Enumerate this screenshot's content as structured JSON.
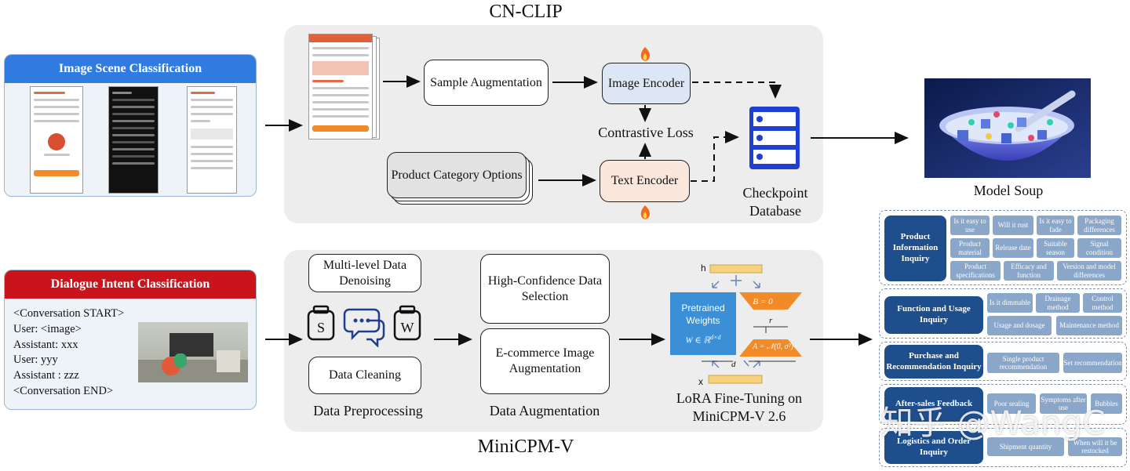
{
  "top_section": {
    "title": "CN-CLIP",
    "sample_augmentation": "Sample Augmentation",
    "image_encoder": "Image Encoder",
    "contrastive_loss": "Contrastive Loss",
    "text_encoder": "Text Encoder",
    "product_category": "Product Category Options",
    "checkpoint_db": "Checkpoint Database",
    "model_soup": "Model Soup"
  },
  "image_scene": {
    "title": "Image Scene Classification"
  },
  "bottom_section": {
    "title": "MiniCPM-V",
    "denoising": "Multi-level Data Denoising",
    "cleaning": "Data Cleaning",
    "preprocessing": "Data Preprocessing",
    "high_conf": "High-Confidence Data Selection",
    "ecommerce_aug": "E-commerce Image Augmentation",
    "data_aug": "Data Augmentation",
    "lora_caption": "LoRA Fine-Tuning on MiniCPM-V 2.6",
    "lora": {
      "h": "h",
      "x": "x",
      "pretrained": "Pretrained Weights",
      "weight_formula": "W ∈ ℝ",
      "weight_sup": "d×d",
      "b_zero": "B = 0",
      "a_dist": "A = 𝒩(0, σ²)",
      "r": "r",
      "d": "d"
    }
  },
  "dialogue": {
    "title": "Dialogue Intent Classification",
    "lines": [
      "<Conversation START>",
      "User: <image>",
      "Assistant: xxx",
      "User: yyy",
      "Assistant : zzz",
      "<Conversation END>"
    ]
  },
  "intents": [
    {
      "category": "Product Information Inquiry",
      "tags": [
        "Is it easy to use",
        "Will it rust",
        "Is it easy to fade",
        "Packaging differences",
        "Product material",
        "Release date",
        "Suitable season",
        "Signal condition",
        "Product specifications",
        "Efficacy and function",
        "Version and model differences"
      ]
    },
    {
      "category": "Function and Usage Inquiry",
      "tags": [
        "Is it dimmable",
        "Drainage method",
        "Control method",
        "Usage and dosage",
        "Maintenance method"
      ]
    },
    {
      "category": "Purchase and Recommendation Inquiry",
      "tags": [
        "Single product recommendation",
        "Set recommendation"
      ]
    },
    {
      "category": "After-sales Feedback",
      "tags": [
        "Poor sealing",
        "Symptoms after use",
        "Bubbles"
      ]
    },
    {
      "category": "Logistics and Order Inquiry",
      "tags": [
        "Shipment quantity",
        "When will it be restocked"
      ]
    }
  ],
  "watermark": "知乎 @WangC",
  "colors": {
    "accent_blue": "#2f7be0",
    "accent_red": "#c8141a",
    "encoder_img": "#dde6f5",
    "encoder_txt": "#fae6da",
    "db_blue": "#1f3fd1",
    "lora_blue": "#3b8fd6",
    "lora_orange": "#f28a27",
    "category_navy": "#1f4e8c",
    "tag_blue": "#8aa6c9"
  }
}
